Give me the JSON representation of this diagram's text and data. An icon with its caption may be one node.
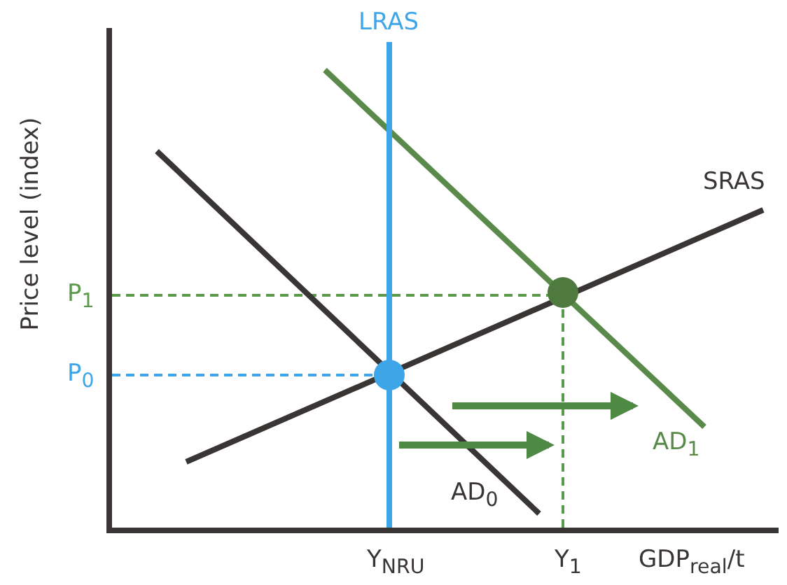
{
  "diagram": {
    "labels": [
      "LRAS",
      "SRAS",
      "Price level (index)",
      "P$_{1}$",
      "P$_{0}$",
      "AD$_{1}$",
      "AD$_{0}$",
      "Y$_{NRU}$",
      "Y$_{1}$",
      "GDP$_{real}$/t"
    ]
  }
}
